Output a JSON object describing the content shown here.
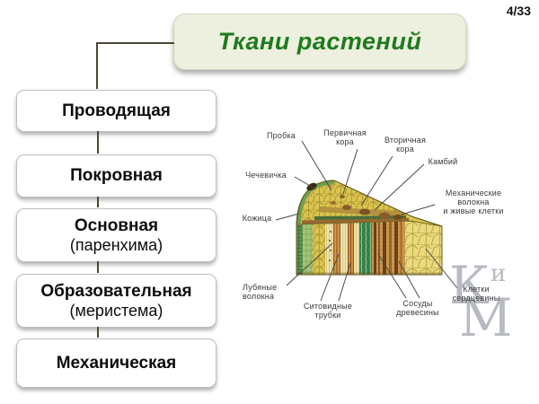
{
  "page": {
    "number": "4/33"
  },
  "title": "Ткани растений",
  "tissue_list": [
    {
      "label": "Проводящая"
    },
    {
      "label": "Покровная"
    },
    {
      "label": "Основная",
      "sub": "(паренхима)"
    },
    {
      "label": "Образовательная",
      "sub": "(меристема)"
    },
    {
      "label": "Механическая"
    }
  ],
  "diagram": {
    "labels": {
      "cork": "Пробка",
      "primary_cortex": "Первичная\nкора",
      "secondary_cortex": "Вторичная\nкора",
      "cambium": "Камбий",
      "lenticel": "Чечевичка",
      "mechanical_fibers": "Механические\nволокна\nи живые клетки",
      "epidermis": "Кожица",
      "bast_fibers": "Лубяные\nволокна",
      "sieve_tubes": "Ситовидные\nтрубки",
      "wood_vessels": "Сосуды\nдревесины",
      "pith_cells": "Клетки\nсердцевины"
    },
    "watermark": {
      "letters": [
        "К",
        "и",
        "М"
      ]
    }
  },
  "colors": {
    "title_text": "#1e7b1e",
    "title_box_bg": "#edefdf",
    "connector": "#4b4733",
    "bark_green": "#5d9150",
    "cortex_yellow": "#d9c54f",
    "cambium_green": "#35804a",
    "wood_brown": "#c99c55",
    "vessel_dark": "#6f3f12",
    "pith_yellow": "#ead97d",
    "watermark_gray": "#b7bbc1"
  }
}
